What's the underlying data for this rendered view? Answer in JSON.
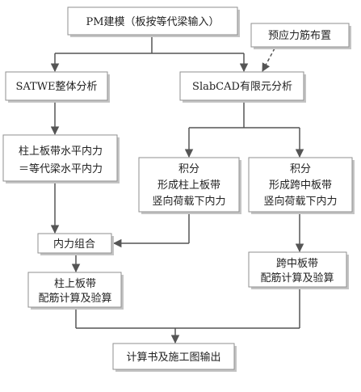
{
  "nodes": {
    "pm_input": {
      "text": "PM建模（板按等代梁输入）"
    },
    "prestress": {
      "text": "预应力筋布置"
    },
    "satwe": {
      "text": "SATWE整体分析"
    },
    "slabcad": {
      "text": "SlabCAD有限元分析"
    },
    "column_strip_force": {
      "line1": "柱上板带水平内力",
      "line2": "＝等代梁水平内力"
    },
    "integral_column": {
      "line1": "积分",
      "line2": "形成柱上板带",
      "line3": "竖向荷载下内力"
    },
    "integral_middle": {
      "line1": "积分",
      "line2": "形成跨中板带",
      "line3": "竖向荷载下内力"
    },
    "force_combination": {
      "text": "内力组合"
    },
    "middle_strip_design": {
      "line1": "跨中板带",
      "line2": "配筋计算及验算"
    },
    "column_strip_design": {
      "line1": "柱上板带",
      "line2": "配筋计算及验算"
    },
    "output": {
      "text": "计算书及施工图输出"
    }
  }
}
